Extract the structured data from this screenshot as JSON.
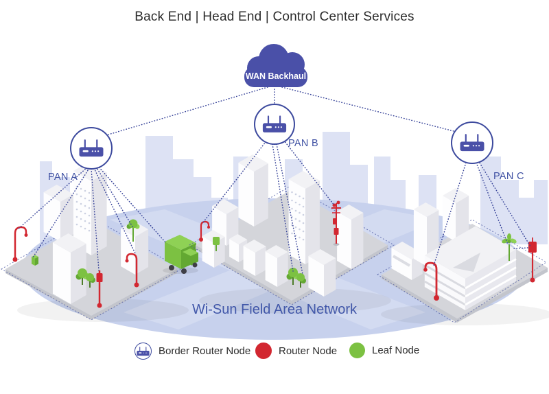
{
  "title": "Back End | Head End | Control Center Services",
  "cloud": {
    "label": "WAN Backhaul"
  },
  "pans": {
    "a": {
      "label": "PAN A"
    },
    "b": {
      "label": "PAN B"
    },
    "c": {
      "label": "PAN C"
    }
  },
  "network": {
    "label": "Wi-Sun Field Area Network"
  },
  "legend": {
    "items": [
      {
        "icon": "border-router-node-icon",
        "label": "Border Router Node"
      },
      {
        "icon": "router-node-icon",
        "label": "Router Node",
        "color": "#d22730"
      },
      {
        "icon": "leaf-node-icon",
        "label": "Leaf Node",
        "color": "#7cc142"
      }
    ]
  },
  "colors": {
    "backbone_indigo": "#4a50a8",
    "pan_outline": "#3d4a9e",
    "label_blue": "#3f51a3",
    "router_red": "#d22730",
    "leaf_green": "#7cc142",
    "field_area_ellipse": "#c7d1ed",
    "skyline": "#dde2f4"
  }
}
